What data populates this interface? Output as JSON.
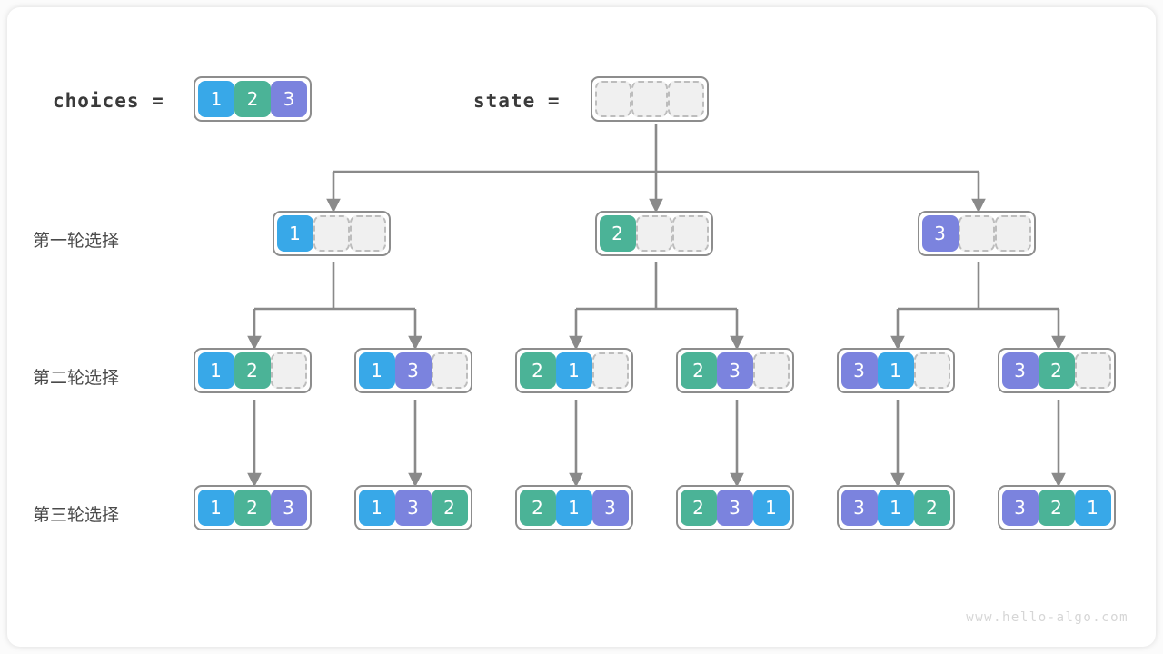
{
  "page": {
    "background": "#fbfbfb",
    "card_background": "#ffffff",
    "watermark": "www.hello-algo.com"
  },
  "palette": {
    "value_1": "#38a8e8",
    "value_2": "#4bb397",
    "value_3": "#7b83de",
    "empty_cell_fill": "#f0f0f0",
    "empty_cell_border": "#bdbdbd",
    "box_border": "#8d8d8d",
    "edge": "#8a8a8a",
    "text": "#4a4a4a"
  },
  "header": {
    "choices_label": "choices =",
    "choices_values": [
      "1",
      "2",
      "3"
    ],
    "state_label": "state =",
    "state_values": [
      "",
      "",
      ""
    ]
  },
  "rows": [
    {
      "label": "第一轮选择"
    },
    {
      "label": "第二轮选择"
    },
    {
      "label": "第三轮选择"
    }
  ],
  "tree": {
    "round1": [
      {
        "cells": [
          "1",
          "",
          ""
        ]
      },
      {
        "cells": [
          "2",
          "",
          ""
        ]
      },
      {
        "cells": [
          "3",
          "",
          ""
        ]
      }
    ],
    "round2": [
      {
        "cells": [
          "1",
          "2",
          ""
        ]
      },
      {
        "cells": [
          "1",
          "3",
          ""
        ]
      },
      {
        "cells": [
          "2",
          "1",
          ""
        ]
      },
      {
        "cells": [
          "2",
          "3",
          ""
        ]
      },
      {
        "cells": [
          "3",
          "1",
          ""
        ]
      },
      {
        "cells": [
          "3",
          "2",
          ""
        ]
      }
    ],
    "round3": [
      {
        "cells": [
          "1",
          "2",
          "3"
        ]
      },
      {
        "cells": [
          "1",
          "3",
          "2"
        ]
      },
      {
        "cells": [
          "2",
          "1",
          "3"
        ]
      },
      {
        "cells": [
          "2",
          "3",
          "1"
        ]
      },
      {
        "cells": [
          "3",
          "1",
          "2"
        ]
      },
      {
        "cells": [
          "3",
          "2",
          "1"
        ]
      }
    ]
  }
}
